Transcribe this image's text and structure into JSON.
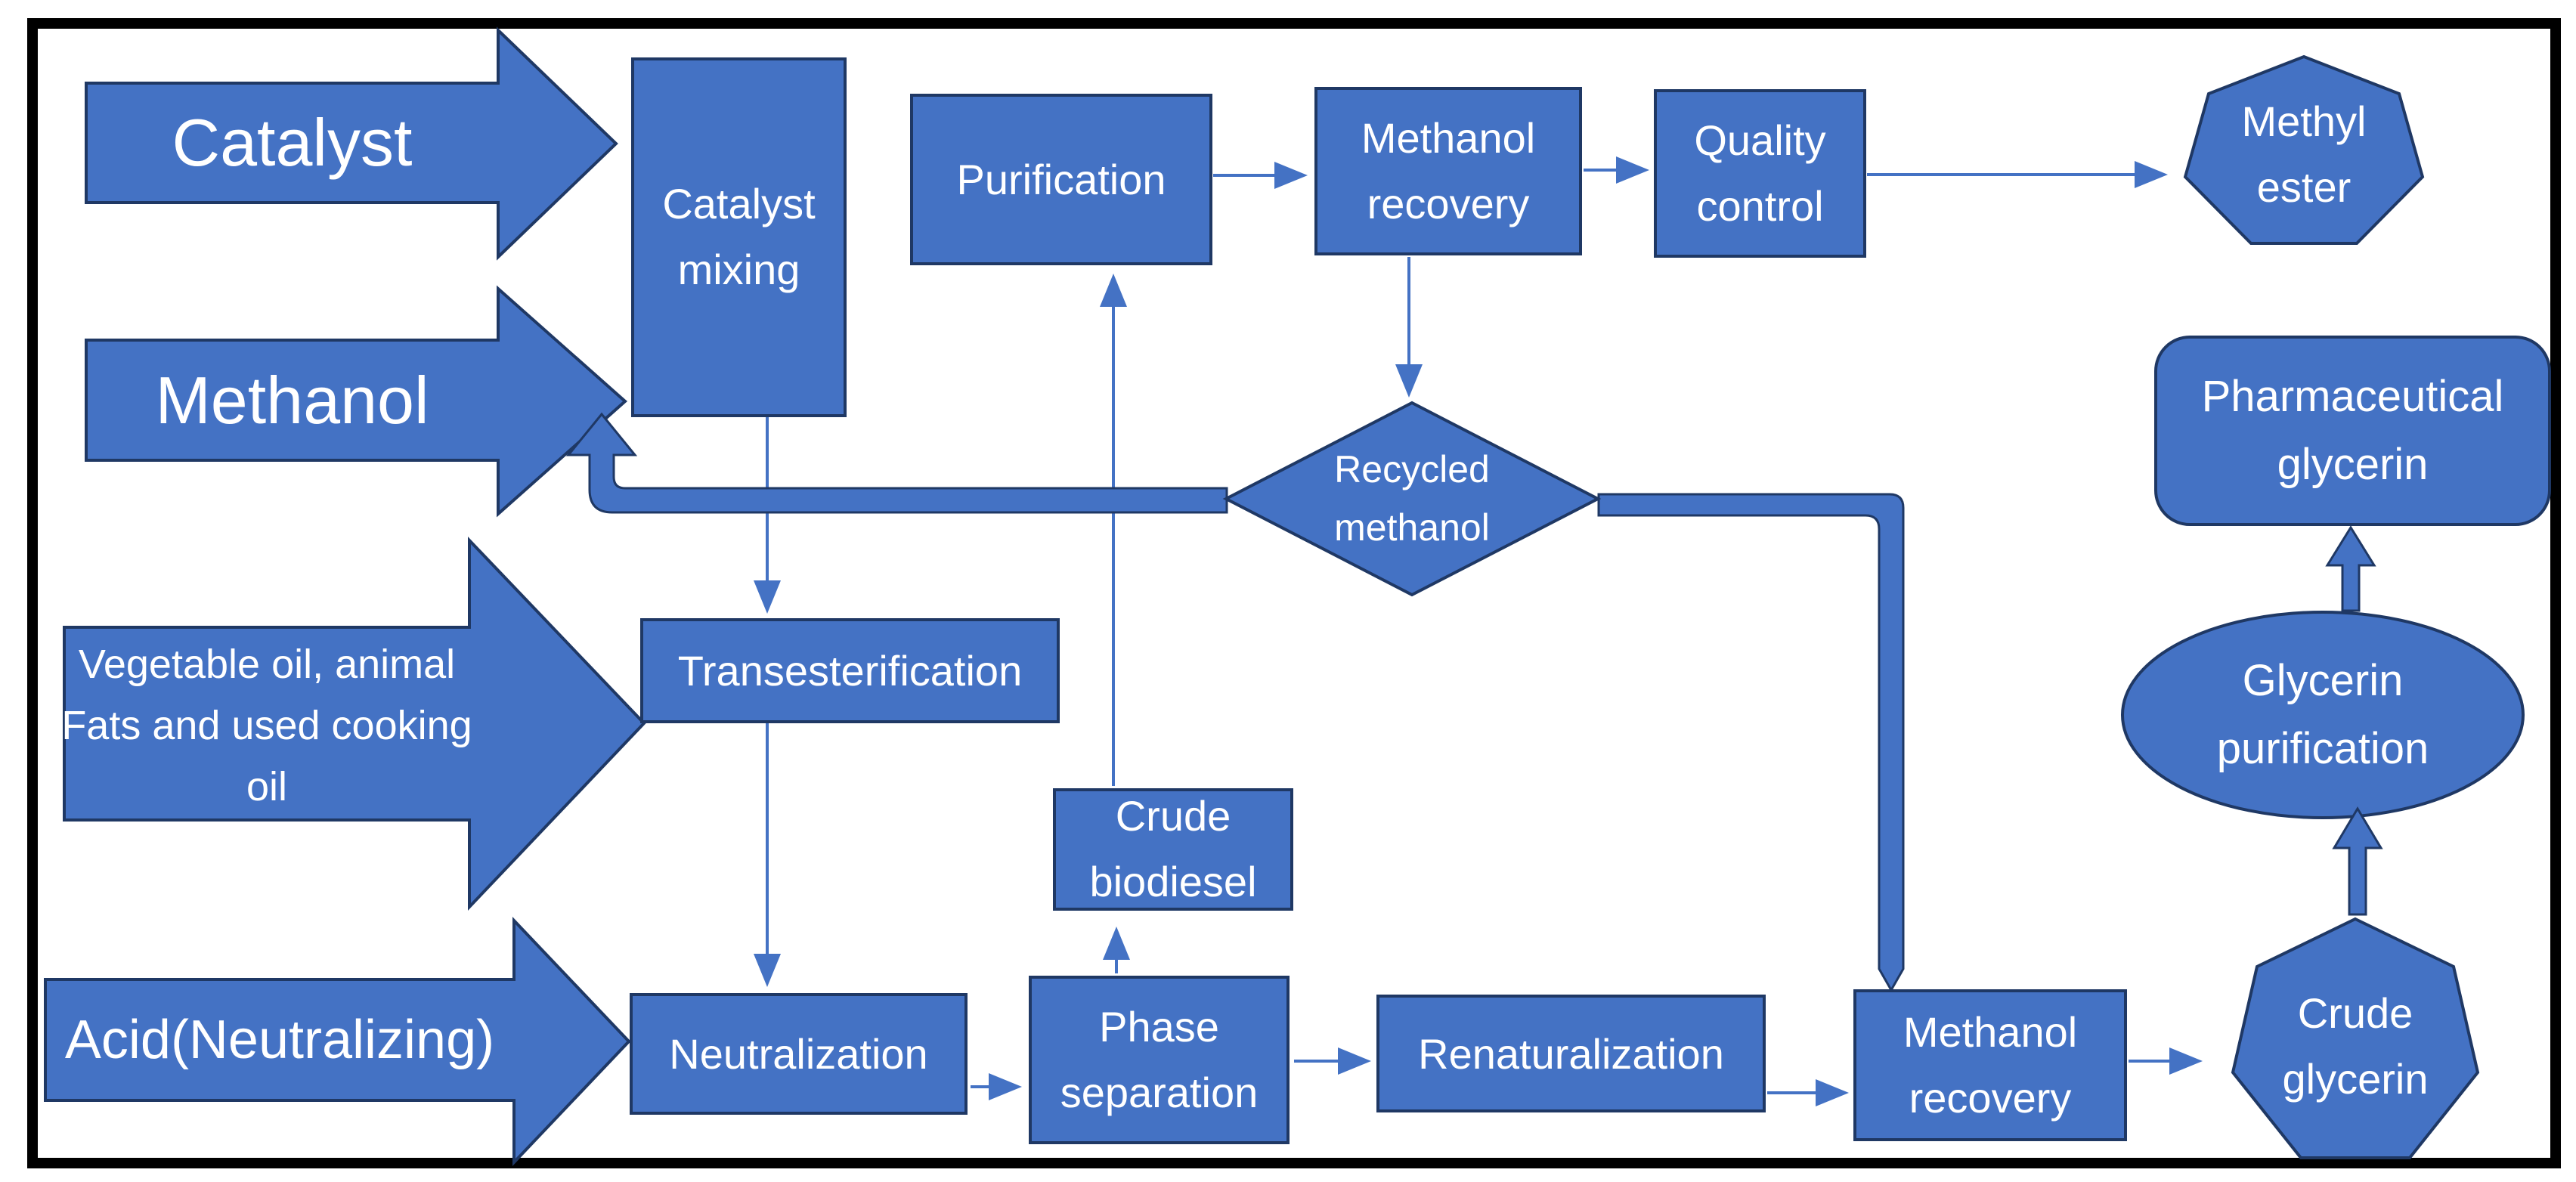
{
  "colors": {
    "shape_fill": "#4472C4",
    "shape_border": "#1F3864",
    "connector": "#4472C4",
    "text": "#FFFFFF",
    "frame": "#000000",
    "background": "#FFFFFF"
  },
  "nodes": {
    "catalyst": {
      "label": "Catalyst"
    },
    "methanol": {
      "label": "Methanol"
    },
    "vegetable_oil": {
      "lines": [
        "Vegetable oil, animal",
        "Fats and used cooking",
        "oil"
      ]
    },
    "acid": {
      "label": "Acid(Neutralizing)"
    },
    "catalyst_mixing": {
      "lines": [
        "Catalyst",
        "mixing"
      ]
    },
    "purification": {
      "label": "Purification"
    },
    "methanol_recovery_top": {
      "lines": [
        "Methanol",
        "recovery"
      ]
    },
    "quality_control": {
      "lines": [
        "Quality",
        "control"
      ]
    },
    "methyl_ester": {
      "lines": [
        "Methyl",
        "ester"
      ]
    },
    "recycled_methanol": {
      "lines": [
        "Recycled",
        "methanol"
      ]
    },
    "pharmaceutical_glycerin": {
      "lines": [
        "Pharmaceutical",
        "glycerin"
      ]
    },
    "glycerin_purification": {
      "lines": [
        "Glycerin",
        "purification"
      ]
    },
    "transesterification": {
      "label": "Transesterification"
    },
    "crude_biodiesel": {
      "lines": [
        "Crude",
        "biodiesel"
      ]
    },
    "neutralization": {
      "label": "Neutralization"
    },
    "phase_separation": {
      "lines": [
        "Phase",
        "separation"
      ]
    },
    "renaturalization": {
      "label": "Renaturalization"
    },
    "methanol_recovery_bottom": {
      "lines": [
        "Methanol",
        "recovery"
      ]
    },
    "crude_glycerin": {
      "lines": [
        "Crude",
        "glycerin"
      ]
    }
  }
}
